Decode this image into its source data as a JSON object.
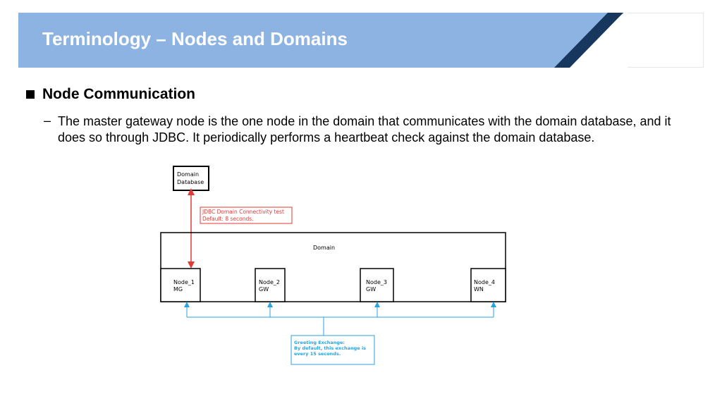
{
  "slide": {
    "title": "Terminology – Nodes and Domains",
    "bullet": "Node Communication",
    "dash": "–",
    "sub_bullet": "The master gateway node is the one node in the domain that communicates with the domain database, and it does so through JDBC. It periodically performs a heartbeat check against the domain database."
  },
  "diagram": {
    "db_line1": "Domain",
    "db_line2": "Database",
    "jdbc_line1": "JDBC Domain Connectivity test",
    "jdbc_line2": "Default: 8 seconds.",
    "domain_label": "Domain",
    "nodes": [
      {
        "name": "Node_1",
        "role": "MG"
      },
      {
        "name": "Node_2",
        "role": "GW"
      },
      {
        "name": "Node_3",
        "role": "GW"
      },
      {
        "name": "Node_4",
        "role": "WN"
      }
    ],
    "greeting_line1": "Greeting Exchange:",
    "greeting_line2": "By default, this exchange is",
    "greeting_line3": "every 15 seconds."
  },
  "colors": {
    "header_blue": "#8db3e2",
    "header_dark": "#17375e",
    "red_arrow": "#e53935",
    "blue_arrow": "#29a3e0"
  }
}
